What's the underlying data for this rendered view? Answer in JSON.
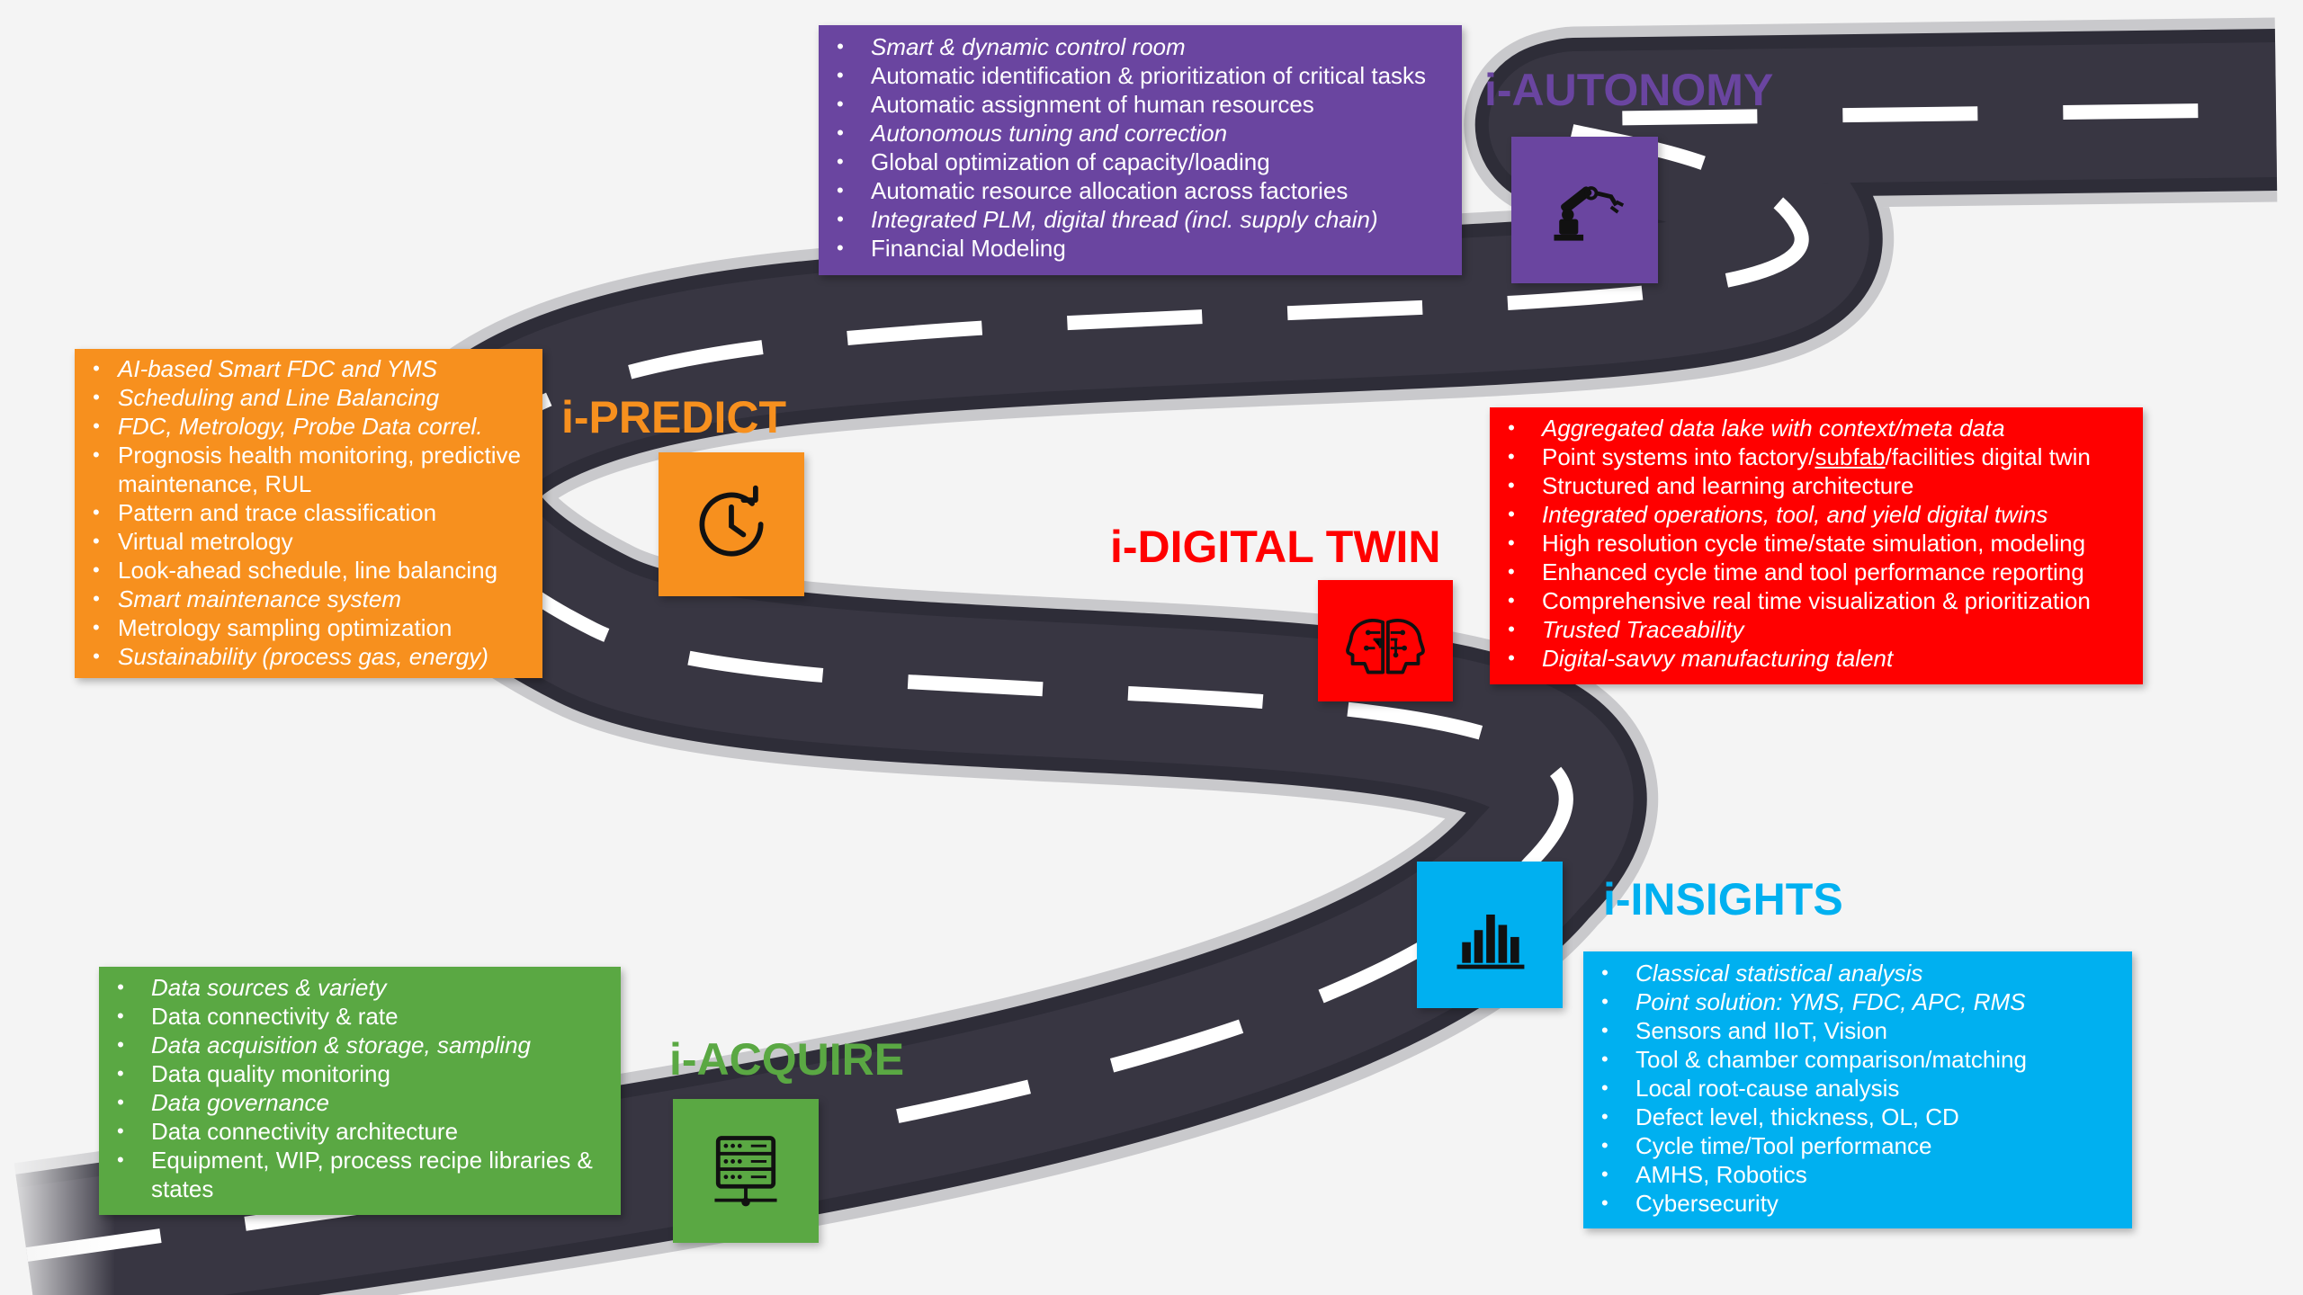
{
  "colors": {
    "autonomy": "#6a45a0",
    "predict": "#f7901e",
    "digital_twin": "#ff0000",
    "insights": "#00b0f0",
    "acquire": "#5aa843",
    "road": "#2e2d38",
    "lane": "#ffffff"
  },
  "stages": {
    "autonomy": {
      "title": "i-AUTONOMY",
      "icon": "robot-arm-icon",
      "items": [
        "Smart & dynamic control room",
        "Automatic identification & prioritization of critical tasks",
        "Automatic assignment of human resources",
        "Autonomous tuning and correction",
        "Global optimization of capacity/loading",
        "Automatic resource allocation across factories",
        "Integrated PLM, digital thread (incl. supply chain)",
        "Financial Modeling"
      ]
    },
    "predict": {
      "title": "i-PREDICT",
      "icon": "clock-refresh-icon",
      "items": [
        "AI-based Smart FDC and YMS",
        "Scheduling and Line Balancing",
        "FDC, Metrology, Probe Data correl.",
        "Prognosis health monitoring, predictive maintenance, RUL",
        "Pattern and trace classification",
        "Virtual metrology",
        "Look-ahead schedule, line balancing",
        "Smart maintenance system",
        "Metrology sampling optimization",
        "Sustainability (process gas, energy)"
      ]
    },
    "digital_twin": {
      "title": "i-DIGITAL TWIN",
      "icon": "twin-heads-icon",
      "items": [
        "Aggregated data lake with context/meta data",
        "Point systems into factory/",
        "subfab",
        "/facilities digital twin",
        "Structured and learning architecture",
        "Integrated operations, tool, and yield digital twins",
        "High resolution cycle time/state simulation, modeling",
        "Enhanced cycle time and tool performance reporting",
        "Comprehensive real time visualization & prioritization",
        "Trusted Traceability",
        "Digital-savvy manufacturing talent"
      ]
    },
    "insights": {
      "title": "i-INSIGHTS",
      "icon": "bar-chart-icon",
      "items": [
        "Classical statistical analysis",
        "Point solution: YMS, FDC, APC, RMS",
        "Sensors and IIoT, Vision",
        "Tool & chamber comparison/matching",
        "Local root-cause analysis",
        "Defect level, thickness, OL, CD",
        "Cycle time/Tool performance",
        "AMHS, Robotics",
        "Cybersecurity"
      ]
    },
    "acquire": {
      "title": "i-ACQUIRE",
      "icon": "server-network-icon",
      "items": [
        "Data sources & variety",
        "Data connectivity & rate",
        "Data acquisition & storage, sampling",
        "Data quality monitoring",
        "Data governance",
        "Data connectivity architecture",
        "Equipment, WIP, process recipe libraries & states"
      ]
    }
  }
}
